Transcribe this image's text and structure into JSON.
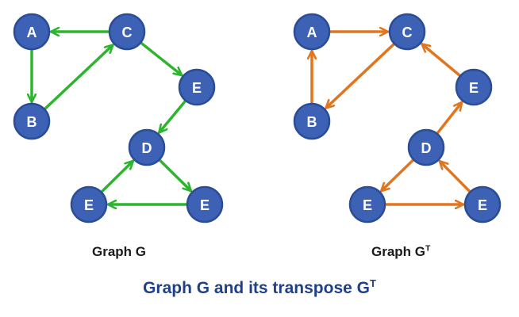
{
  "colors": {
    "node_fill": "#3d62b5",
    "node_stroke": "#2a4d96",
    "graph_g_edge": "#2db52d",
    "graph_gt_edge": "#e0761f",
    "main_caption": "#1f3f8a"
  },
  "graph_g": {
    "caption": "Graph G",
    "nodes": [
      {
        "id": "A",
        "label": "A"
      },
      {
        "id": "C",
        "label": "C"
      },
      {
        "id": "B",
        "label": "B"
      },
      {
        "id": "E1",
        "label": "E"
      },
      {
        "id": "D",
        "label": "D"
      },
      {
        "id": "E2",
        "label": "E"
      },
      {
        "id": "E3",
        "label": "E"
      }
    ],
    "edges": [
      {
        "from": "C",
        "to": "A"
      },
      {
        "from": "A",
        "to": "B"
      },
      {
        "from": "B",
        "to": "C"
      },
      {
        "from": "C",
        "to": "E1"
      },
      {
        "from": "E1",
        "to": "D"
      },
      {
        "from": "D",
        "to": "E3"
      },
      {
        "from": "E3",
        "to": "E2"
      },
      {
        "from": "E2",
        "to": "D"
      }
    ]
  },
  "graph_gt": {
    "caption_base": "Graph G",
    "caption_sup": "T",
    "nodes": [
      {
        "id": "A",
        "label": "A"
      },
      {
        "id": "C",
        "label": "C"
      },
      {
        "id": "B",
        "label": "B"
      },
      {
        "id": "E1",
        "label": "E"
      },
      {
        "id": "D",
        "label": "D"
      },
      {
        "id": "E2",
        "label": "E"
      },
      {
        "id": "E3",
        "label": "E"
      }
    ],
    "edges": [
      {
        "from": "A",
        "to": "C"
      },
      {
        "from": "B",
        "to": "A"
      },
      {
        "from": "C",
        "to": "B"
      },
      {
        "from": "E1",
        "to": "C"
      },
      {
        "from": "D",
        "to": "E1"
      },
      {
        "from": "E3",
        "to": "D"
      },
      {
        "from": "E2",
        "to": "E3"
      },
      {
        "from": "D",
        "to": "E2"
      }
    ]
  },
  "main_caption": {
    "base": "Graph G and its transpose G",
    "sup": "T"
  }
}
